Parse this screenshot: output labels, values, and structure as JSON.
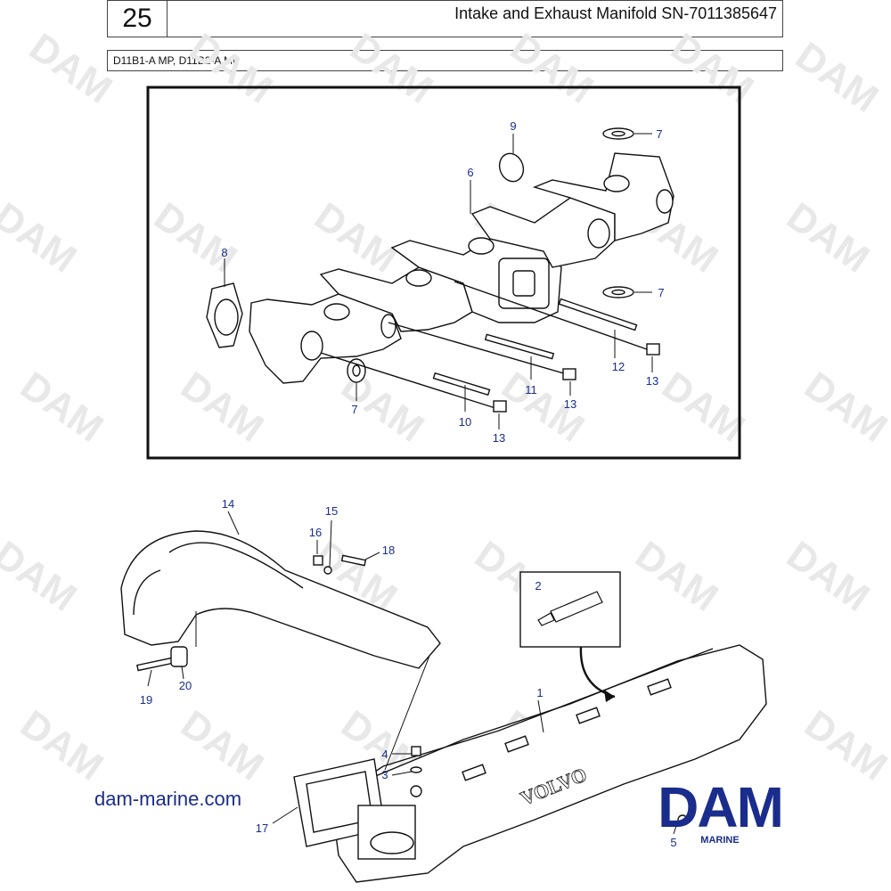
{
  "header": {
    "page_number": "25",
    "title": "Intake and Exhaust Manifold SN-7011385647",
    "models": "D11B1-A MP, D11B2-A MP"
  },
  "watermark": {
    "text": "DAM"
  },
  "callouts": {
    "c1": "1",
    "c2": "2",
    "c3": "3",
    "c4": "4",
    "c5": "5",
    "c6": "6",
    "c7a": "7",
    "c7b": "7",
    "c7c": "7",
    "c8": "8",
    "c9": "9",
    "c10": "10",
    "c11": "11",
    "c12": "12",
    "c13a": "13",
    "c13b": "13",
    "c13c": "13",
    "c14": "14",
    "c15": "15",
    "c16": "16",
    "c17": "17",
    "c18": "18",
    "c19": "19",
    "c20": "20"
  },
  "footer": {
    "website": "dam-marine.com",
    "logo_text": "DAM",
    "logo_subtext": "MARINE"
  },
  "colors": {
    "callout": "#1a2d8c",
    "logo": "#1a2d8c",
    "watermark": "#e6e6e6"
  },
  "icons": [
    "sealant-tube-icon",
    "dam-marine-logo-icon"
  ]
}
